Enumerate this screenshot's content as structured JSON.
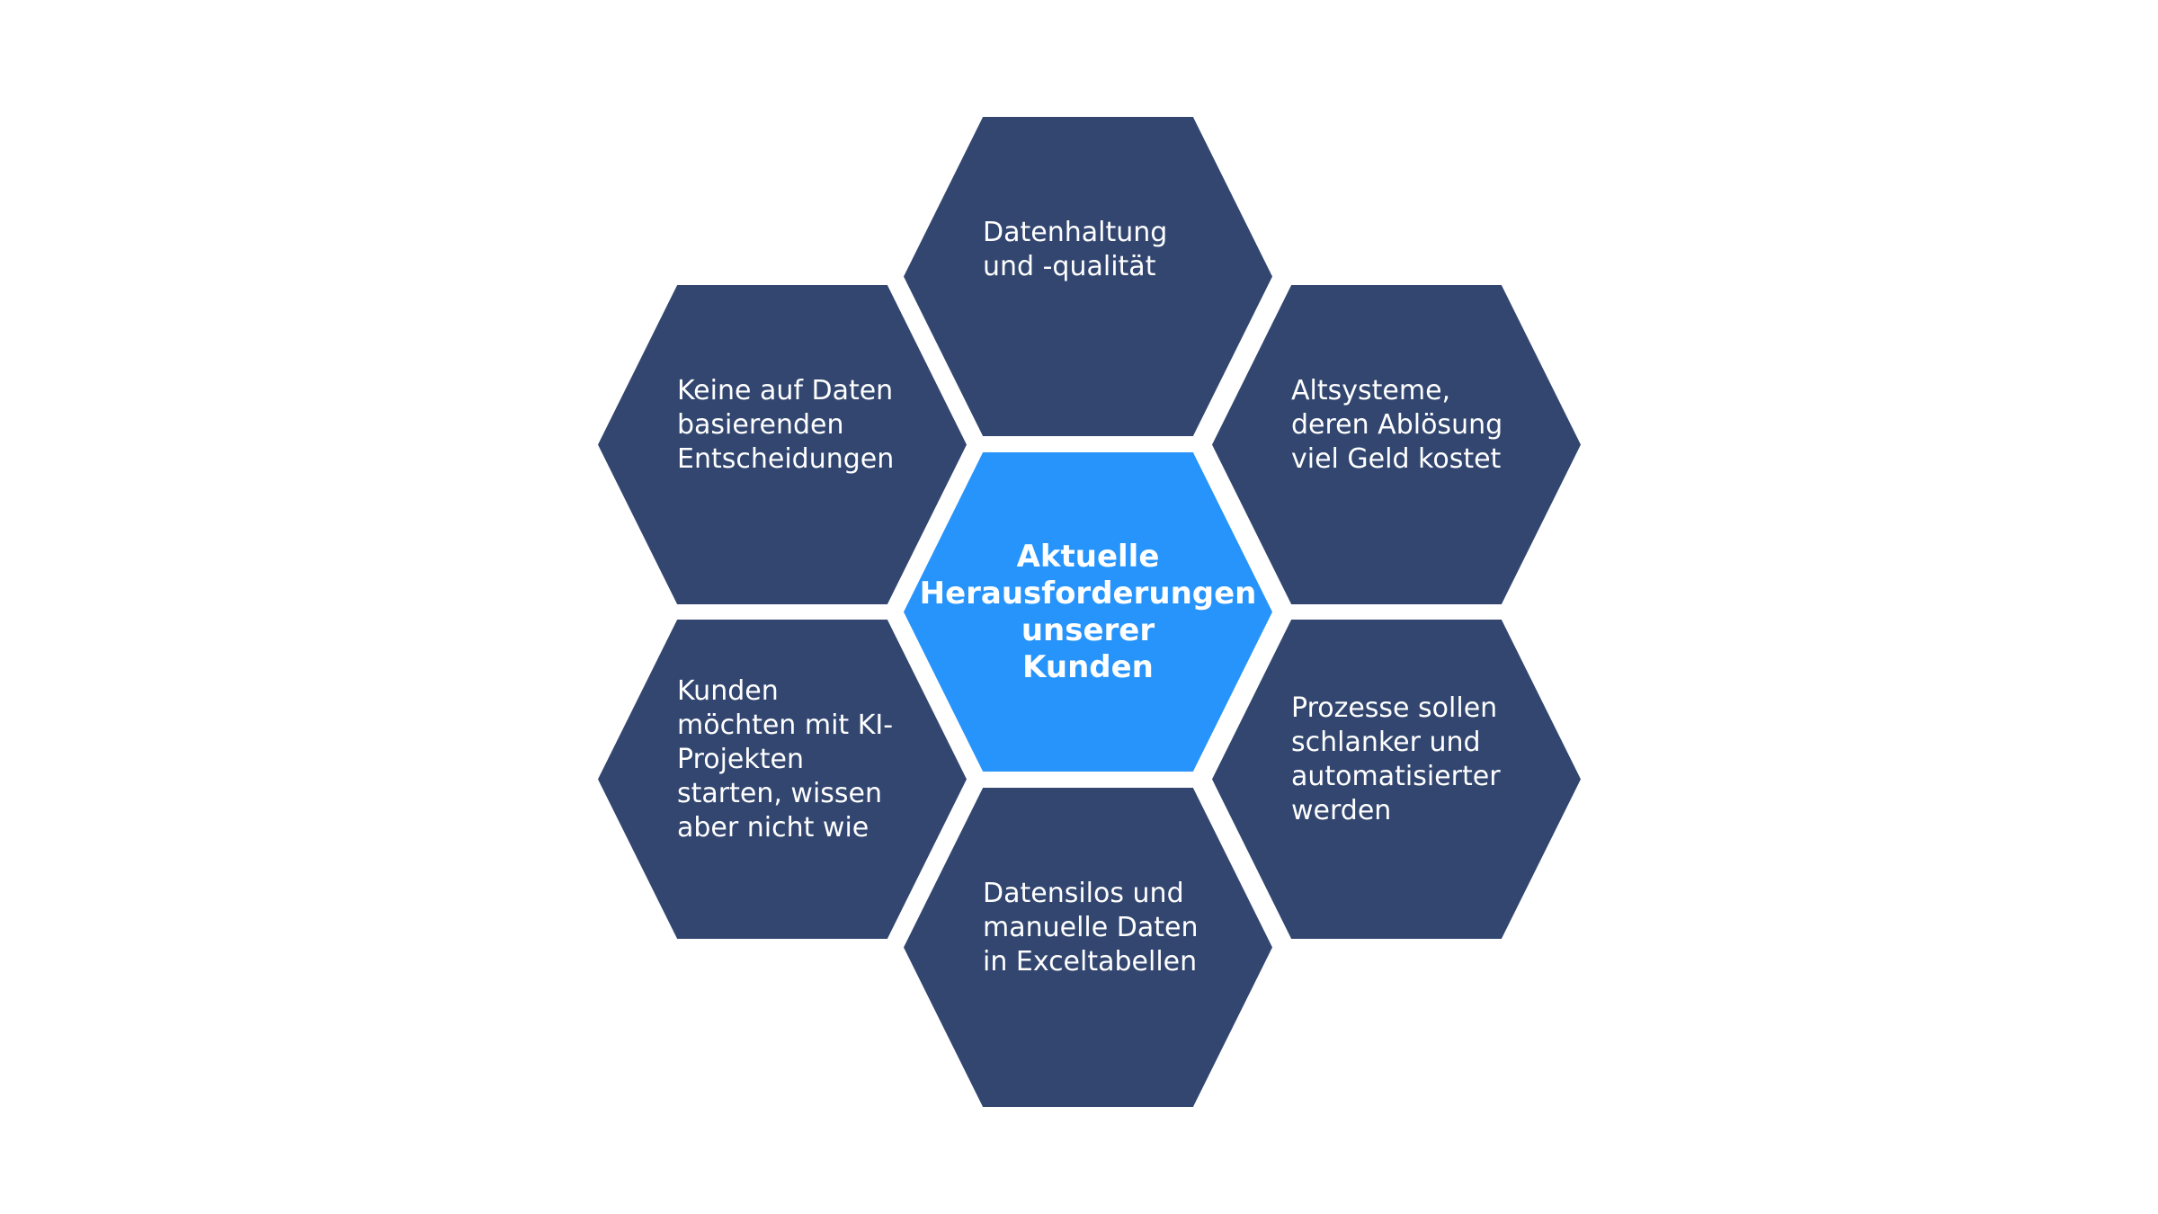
{
  "diagram": {
    "center": {
      "label": "Aktuelle\nHerausforderungen\nunserer\nKunden"
    },
    "challenges": {
      "top": "Datenhaltung\nund -qualität",
      "upper_left": "Keine auf Daten\nbasierenden\nEntscheidungen",
      "upper_right": "Altsysteme,\nderen Ablösung\nviel Geld kostet",
      "lower_left": "Kunden\nmöchten mit KI-\nProjekten\nstarten, wissen\naber nicht wie",
      "lower_right": "Prozesse sollen\nschlanker und\nautomatisierter\nwerden",
      "bottom": "Datensilos und\nmanuelle Daten\nin Exceltabellen"
    }
  },
  "colors": {
    "outer_hex": "#324670",
    "center_hex": "#2694fb",
    "text": "#ffffff",
    "background": "#ffffff"
  }
}
